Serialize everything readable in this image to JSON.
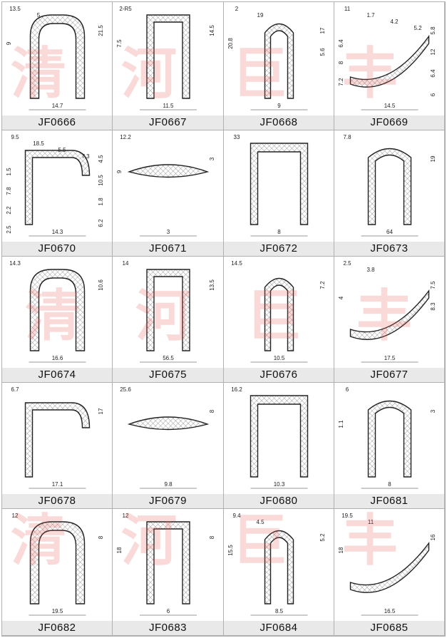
{
  "catalog": {
    "items": [
      {
        "code": "JF0666",
        "dims": [
          "13.5",
          "21.5",
          "9",
          "5",
          "14.7"
        ]
      },
      {
        "code": "JF0667",
        "dims": [
          "2-R5",
          "14.5",
          "7.5",
          "11.5"
        ]
      },
      {
        "code": "JF0668",
        "dims": [
          "2",
          "17",
          "20.8",
          "19",
          "5.6",
          "9"
        ]
      },
      {
        "code": "JF0669",
        "dims": [
          "11",
          "5.8",
          "6.4",
          "1.7",
          "12",
          "8",
          "4.2",
          "6.4",
          "7.2",
          "5.2",
          "6",
          "14.5"
        ]
      },
      {
        "code": "JF0670",
        "dims": [
          "9.5",
          "4.5",
          "1.5",
          "18.5",
          "10.5",
          "7.8",
          "5.5",
          "1.8",
          "2.2",
          "7.3",
          "6.2",
          "2.5",
          "14.3"
        ]
      },
      {
        "code": "JF0671",
        "dims": [
          "12.2",
          "3",
          "9",
          "3"
        ]
      },
      {
        "code": "JF0672",
        "dims": [
          "33",
          "8"
        ]
      },
      {
        "code": "JF0673",
        "dims": [
          "7.8",
          "19",
          "64"
        ]
      },
      {
        "code": "JF0674",
        "dims": [
          "14.3",
          "10.6",
          "16.6"
        ]
      },
      {
        "code": "JF0675",
        "dims": [
          "14",
          "13.5",
          "56.5"
        ]
      },
      {
        "code": "JF0676",
        "dims": [
          "14.5",
          "7.2",
          "10.5"
        ]
      },
      {
        "code": "JF0677",
        "dims": [
          "2.5",
          "7.5",
          "4",
          "3.8",
          "8.3",
          "17.5"
        ]
      },
      {
        "code": "JF0678",
        "dims": [
          "6.7",
          "17",
          "17.1"
        ]
      },
      {
        "code": "JF0679",
        "dims": [
          "25.6",
          "8",
          "9.8"
        ]
      },
      {
        "code": "JF0680",
        "dims": [
          "16.2",
          "10.3"
        ]
      },
      {
        "code": "JF0681",
        "dims": [
          "6",
          "3",
          "1.1",
          "8"
        ]
      },
      {
        "code": "JF0682",
        "dims": [
          "12",
          "8",
          "19.5"
        ]
      },
      {
        "code": "JF0683",
        "dims": [
          "12",
          "8",
          "18",
          "6"
        ]
      },
      {
        "code": "JF0684",
        "dims": [
          "9.4",
          "5.2",
          "15.5",
          "4.5",
          "8.5"
        ]
      },
      {
        "code": "JF0685",
        "dims": [
          "19.5",
          "16",
          "18",
          "11",
          "16.5"
        ]
      }
    ]
  },
  "watermark": {
    "chars": [
      "清",
      "河",
      "巨",
      "丰"
    ],
    "color": "#e65050"
  }
}
